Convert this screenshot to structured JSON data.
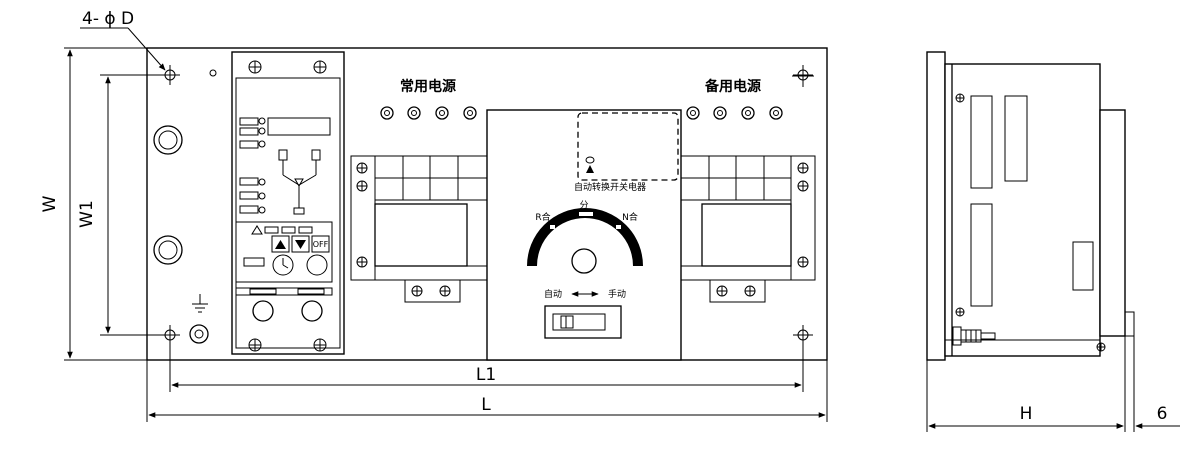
{
  "front_view": {
    "hole_callout": "4- ϕ D",
    "dim_height": "W",
    "dim_hole_height": "W1",
    "dim_hole_width": "L1",
    "dim_width": "L",
    "label_main_source": "常用电源",
    "label_backup_source": "备用电源",
    "label_switch_device": "自动转换开关电器",
    "label_r_on": "R合",
    "label_off": "分",
    "label_n_on": "N合",
    "label_auto": "自动",
    "label_manual": "手动",
    "controller_off_key": "OFF"
  },
  "side_view": {
    "dim_depth": "H",
    "dim_offset": "6"
  }
}
